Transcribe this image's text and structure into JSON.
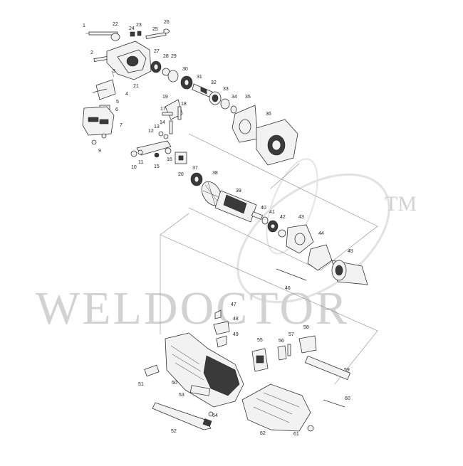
{
  "watermark": {
    "text": "WELDOCTOR",
    "tm": "TM",
    "color": "#d2d2d2"
  },
  "callouts": [
    {
      "id": "p1",
      "label": "1"
    },
    {
      "id": "p2",
      "label": "2"
    },
    {
      "id": "p3",
      "label": "3"
    },
    {
      "id": "p4",
      "label": "4"
    },
    {
      "id": "p5",
      "label": "5"
    },
    {
      "id": "p6",
      "label": "6"
    },
    {
      "id": "p7",
      "label": "7"
    },
    {
      "id": "p9",
      "label": "9"
    },
    {
      "id": "p10",
      "label": "10"
    },
    {
      "id": "p11",
      "label": "11"
    },
    {
      "id": "p12",
      "label": "12"
    },
    {
      "id": "p13",
      "label": "13"
    },
    {
      "id": "p14",
      "label": "14"
    },
    {
      "id": "p15",
      "label": "15"
    },
    {
      "id": "p16",
      "label": "16"
    },
    {
      "id": "p17",
      "label": "17"
    },
    {
      "id": "p18",
      "label": "18"
    },
    {
      "id": "p19",
      "label": "19"
    },
    {
      "id": "p20",
      "label": "20"
    },
    {
      "id": "p21",
      "label": "21"
    },
    {
      "id": "p22",
      "label": "22"
    },
    {
      "id": "p23",
      "label": "23"
    },
    {
      "id": "p24",
      "label": "24"
    },
    {
      "id": "p25",
      "label": "25"
    },
    {
      "id": "p26",
      "label": "26"
    },
    {
      "id": "p27",
      "label": "27"
    },
    {
      "id": "p28",
      "label": "28"
    },
    {
      "id": "p29",
      "label": "29"
    },
    {
      "id": "p30",
      "label": "30"
    },
    {
      "id": "p31",
      "label": "31"
    },
    {
      "id": "p32",
      "label": "32"
    },
    {
      "id": "p33",
      "label": "33"
    },
    {
      "id": "p34",
      "label": "34"
    },
    {
      "id": "p35",
      "label": "35"
    },
    {
      "id": "p36",
      "label": "36"
    },
    {
      "id": "p37",
      "label": "37"
    },
    {
      "id": "p38",
      "label": "38"
    },
    {
      "id": "p39",
      "label": "39"
    },
    {
      "id": "p40",
      "label": "40"
    },
    {
      "id": "p41",
      "label": "41"
    },
    {
      "id": "p42",
      "label": "42"
    },
    {
      "id": "p43",
      "label": "43"
    },
    {
      "id": "p44",
      "label": "44"
    },
    {
      "id": "p45",
      "label": "45"
    },
    {
      "id": "p46",
      "label": "46"
    },
    {
      "id": "p47",
      "label": "47"
    },
    {
      "id": "p48",
      "label": "48"
    },
    {
      "id": "p49",
      "label": "49"
    },
    {
      "id": "p50",
      "label": "50"
    },
    {
      "id": "p51",
      "label": "51"
    },
    {
      "id": "p52",
      "label": "52"
    },
    {
      "id": "p53",
      "label": "53"
    },
    {
      "id": "p54",
      "label": "54"
    },
    {
      "id": "p55",
      "label": "55"
    },
    {
      "id": "p56",
      "label": "56"
    },
    {
      "id": "p57",
      "label": "57"
    },
    {
      "id": "p58",
      "label": "58"
    },
    {
      "id": "p59",
      "label": "59"
    },
    {
      "id": "p60",
      "label": "60"
    },
    {
      "id": "p61",
      "label": "61"
    },
    {
      "id": "p62",
      "label": "62"
    }
  ]
}
